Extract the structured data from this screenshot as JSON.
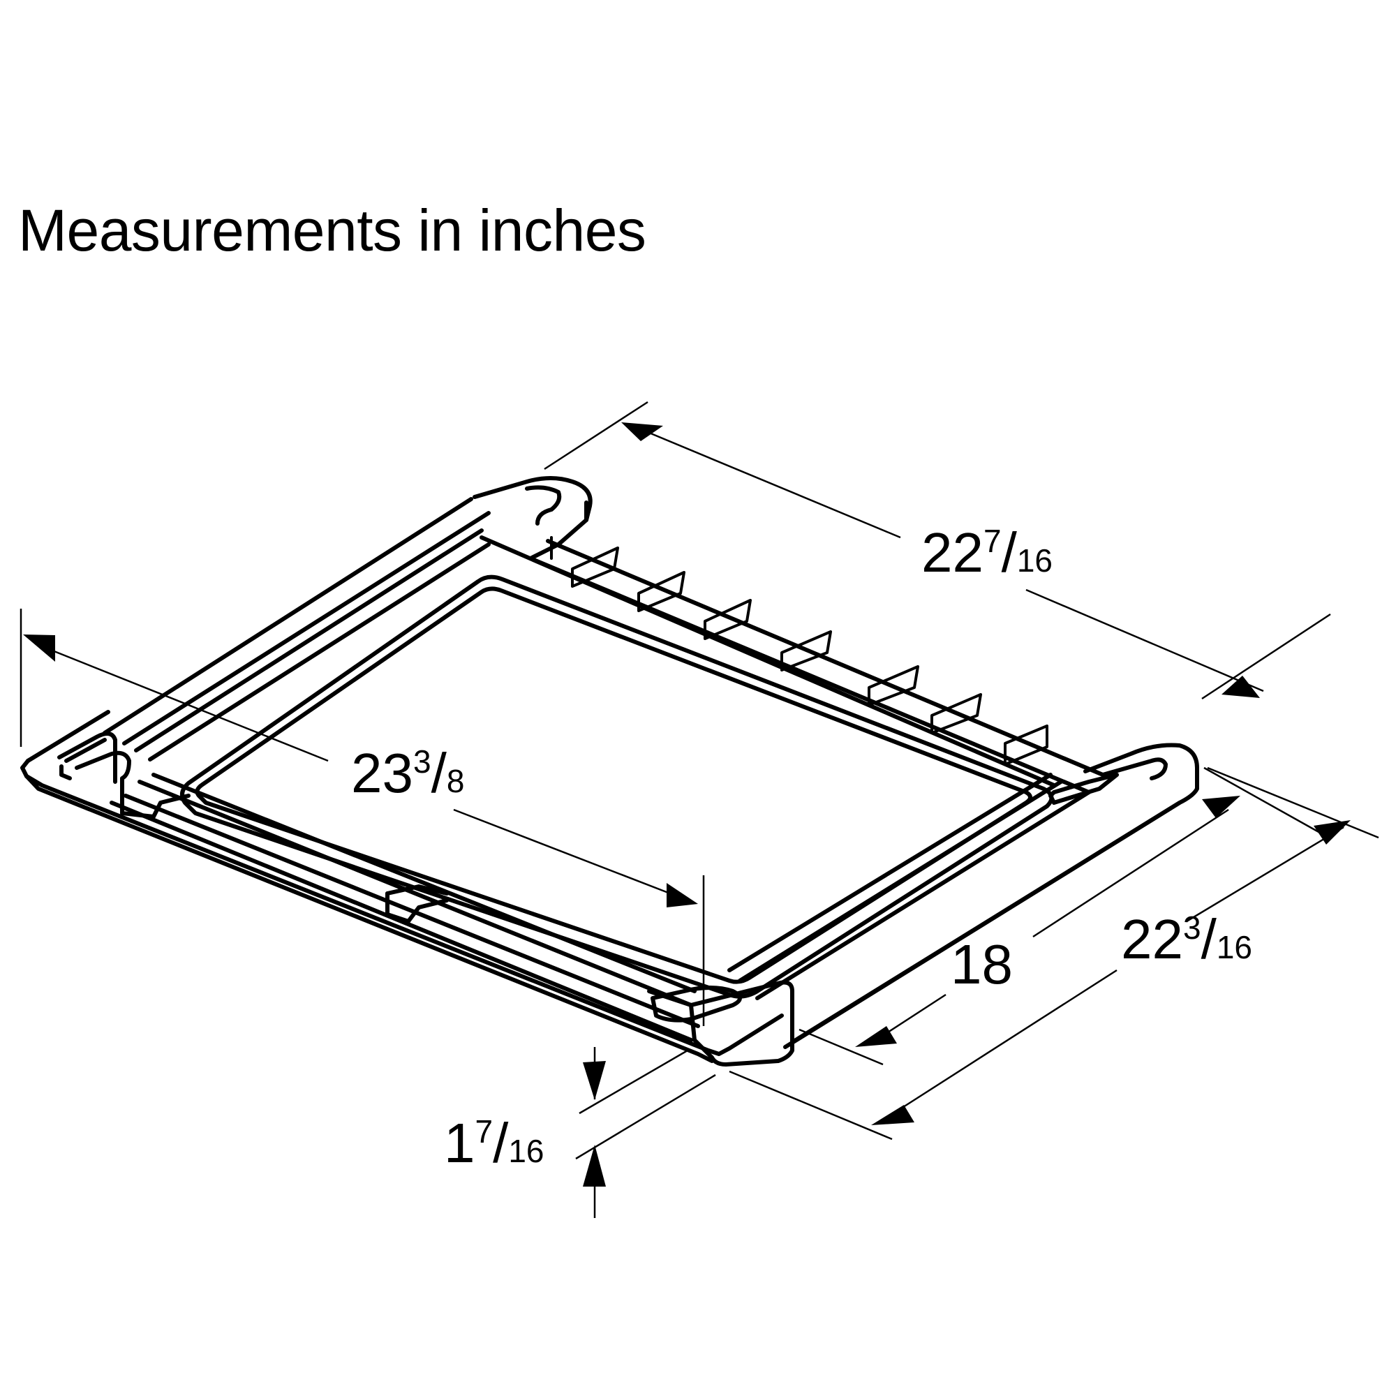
{
  "title": "Measurements in inches",
  "dimensions": {
    "depth_top": {
      "whole": "22",
      "num": "7",
      "den": "16",
      "label": "22 7/16"
    },
    "width_inner": {
      "whole": "23",
      "num": "3",
      "den": "8",
      "label": "23 3/8"
    },
    "inner_depth": {
      "whole": "18",
      "label": "18"
    },
    "outer_depth": {
      "whole": "22",
      "num": "3",
      "den": "16",
      "label": "22 3/16"
    },
    "height": {
      "whole": "1",
      "num": "7",
      "den": "16",
      "label": "1 7/16"
    }
  },
  "colors": {
    "line": "#000000",
    "background": "#ffffff"
  }
}
